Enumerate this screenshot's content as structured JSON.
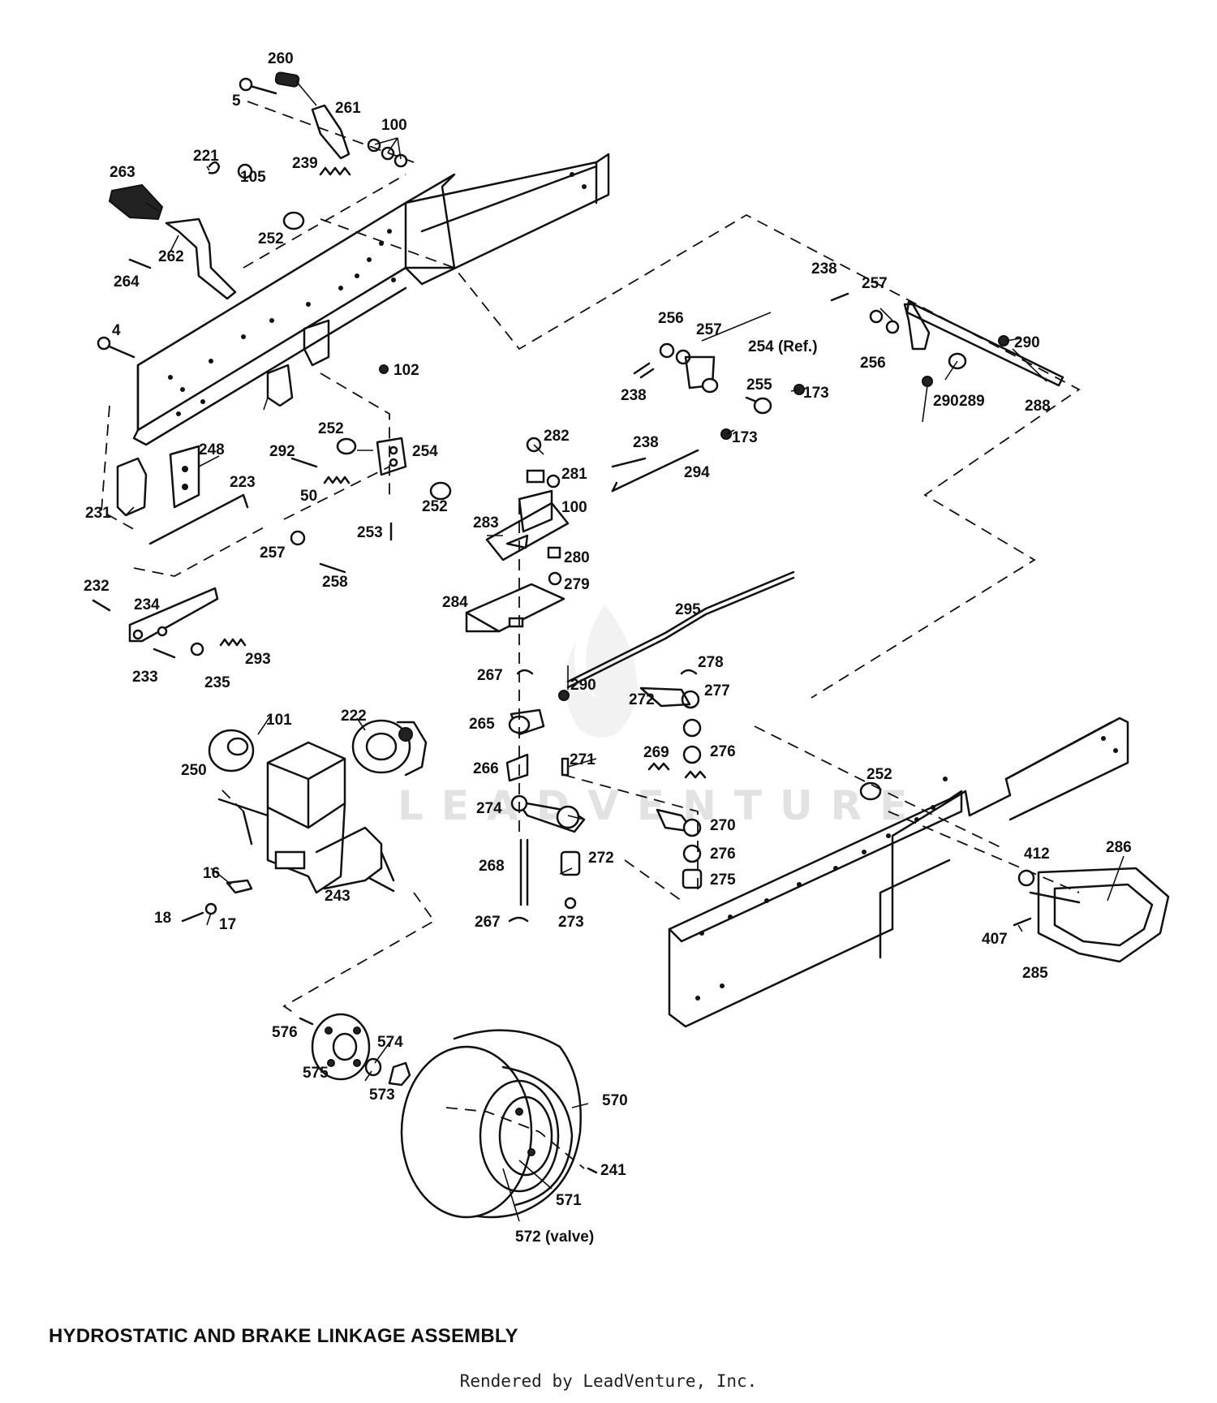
{
  "title": "HYDROSTATIC AND BRAKE LINKAGE ASSEMBLY",
  "credit": "Rendered by LeadVenture, Inc.",
  "watermark": "LEADVENTURE",
  "callouts": [
    "260",
    "5",
    "261",
    "100",
    "221",
    "263",
    "105",
    "239",
    "252",
    "262",
    "264",
    "4",
    "102",
    "238",
    "257",
    "290",
    "256",
    "254 (Ref.)",
    "255",
    "173",
    "289",
    "288",
    "282",
    "292",
    "254",
    "248",
    "223",
    "50",
    "281",
    "294",
    "231",
    "253",
    "283",
    "280",
    "279",
    "258",
    "232",
    "234",
    "284",
    "295",
    "293",
    "233",
    "235",
    "267",
    "278",
    "277",
    "265",
    "101",
    "222",
    "250",
    "266",
    "271",
    "269",
    "276",
    "274",
    "270",
    "243",
    "16",
    "268",
    "272",
    "275",
    "412",
    "286",
    "18",
    "17",
    "273",
    "407",
    "285",
    "576",
    "574",
    "575",
    "573",
    "570",
    "241",
    "571",
    "572 (valve)"
  ]
}
